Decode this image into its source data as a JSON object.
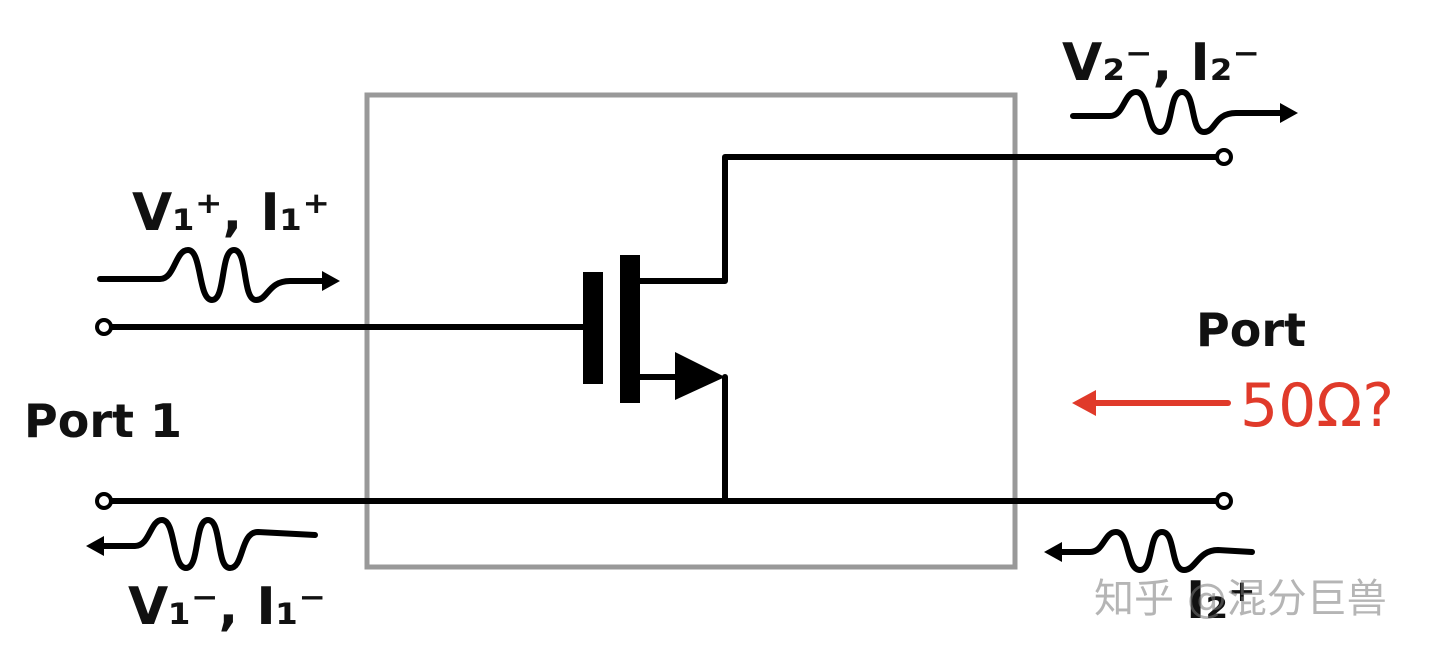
{
  "labels": {
    "port1_incident": "V₁⁺, I₁⁺",
    "port1_reflected": "V₁⁻, I₁⁻",
    "port2_outgoing": "V₂⁻, I₂⁻",
    "port2_incident": "I₂⁺",
    "port1": "Port 1",
    "port2": "Port",
    "impedance_question": "50Ω?"
  },
  "watermark": "知乎 @混分巨兽",
  "colors": {
    "ink": "#000000",
    "box": "#999999",
    "accent": "#e03a2a"
  }
}
